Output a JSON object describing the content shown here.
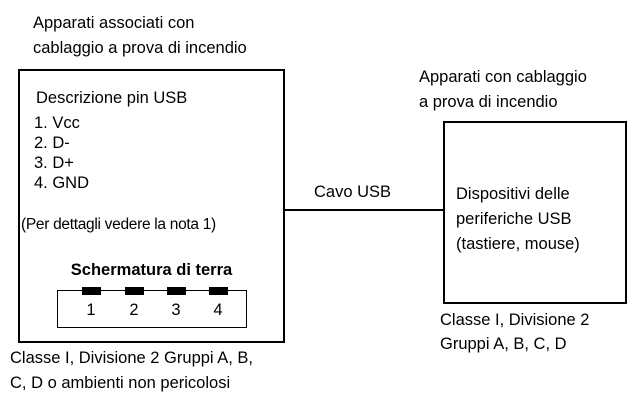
{
  "left_header": [
    "Apparati associati con",
    "cablaggio a prova di incendio"
  ],
  "right_header": [
    "Apparati con cablaggio",
    "a prova di incendio"
  ],
  "usb_box": {
    "title": "Descrizione pin USB",
    "pins": [
      "1. Vcc",
      "2. D-",
      "3. D+",
      "4. GND"
    ],
    "note": "(Per dettagli vedere la nota 1)",
    "ground_label": "Schermatura di terra",
    "connector_pins": [
      "1",
      "2",
      "3",
      "4"
    ]
  },
  "cable_label": "Cavo USB",
  "device_box": [
    "Dispositivi delle",
    "periferiche USB",
    "(tastiere, mouse)"
  ],
  "left_footer": [
    "Classe I, Divisione 2 Gruppi A, B,",
    "C, D o ambienti non pericolosi"
  ],
  "right_footer": [
    "Classe I, Divisione 2",
    "Gruppi A, B, C, D"
  ]
}
